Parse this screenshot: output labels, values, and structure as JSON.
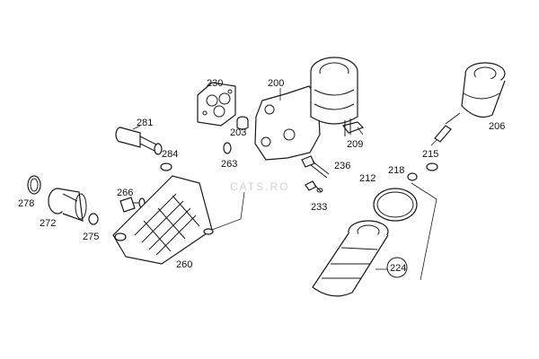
{
  "watermark": "CATS.RO",
  "callouts": {
    "p200": "200",
    "p203": "203",
    "p206": "206",
    "p209": "209",
    "p212": "212",
    "p215": "215",
    "p218": "218",
    "p224": "224",
    "p230": "230",
    "p233": "233",
    "p236": "236",
    "p260": "260",
    "p263": "263",
    "p266": "266",
    "p272": "272",
    "p275": "275",
    "p278": "278",
    "p281": "281",
    "p284": "284"
  },
  "colors": {
    "line": "#1a1a1a",
    "background": "#ffffff",
    "watermark": "#cfcfcf"
  }
}
